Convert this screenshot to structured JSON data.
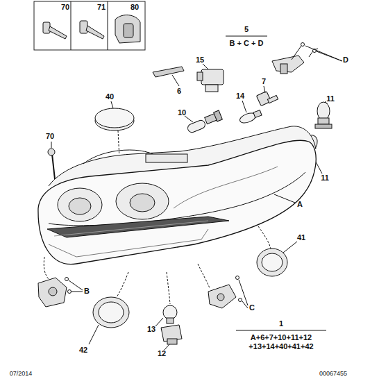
{
  "diagram": {
    "labels": [
      "70",
      "71",
      "80",
      "5",
      "B + C + D",
      "D",
      "15",
      "7",
      "6",
      "40",
      "11",
      "14",
      "10",
      "70",
      "11",
      "A",
      "41",
      "B",
      "C",
      "13",
      "1",
      "A+6+7+10+11+12 +13+14+40+41+42",
      "42",
      "12",
      "07/2014",
      "00067455"
    ]
  }
}
